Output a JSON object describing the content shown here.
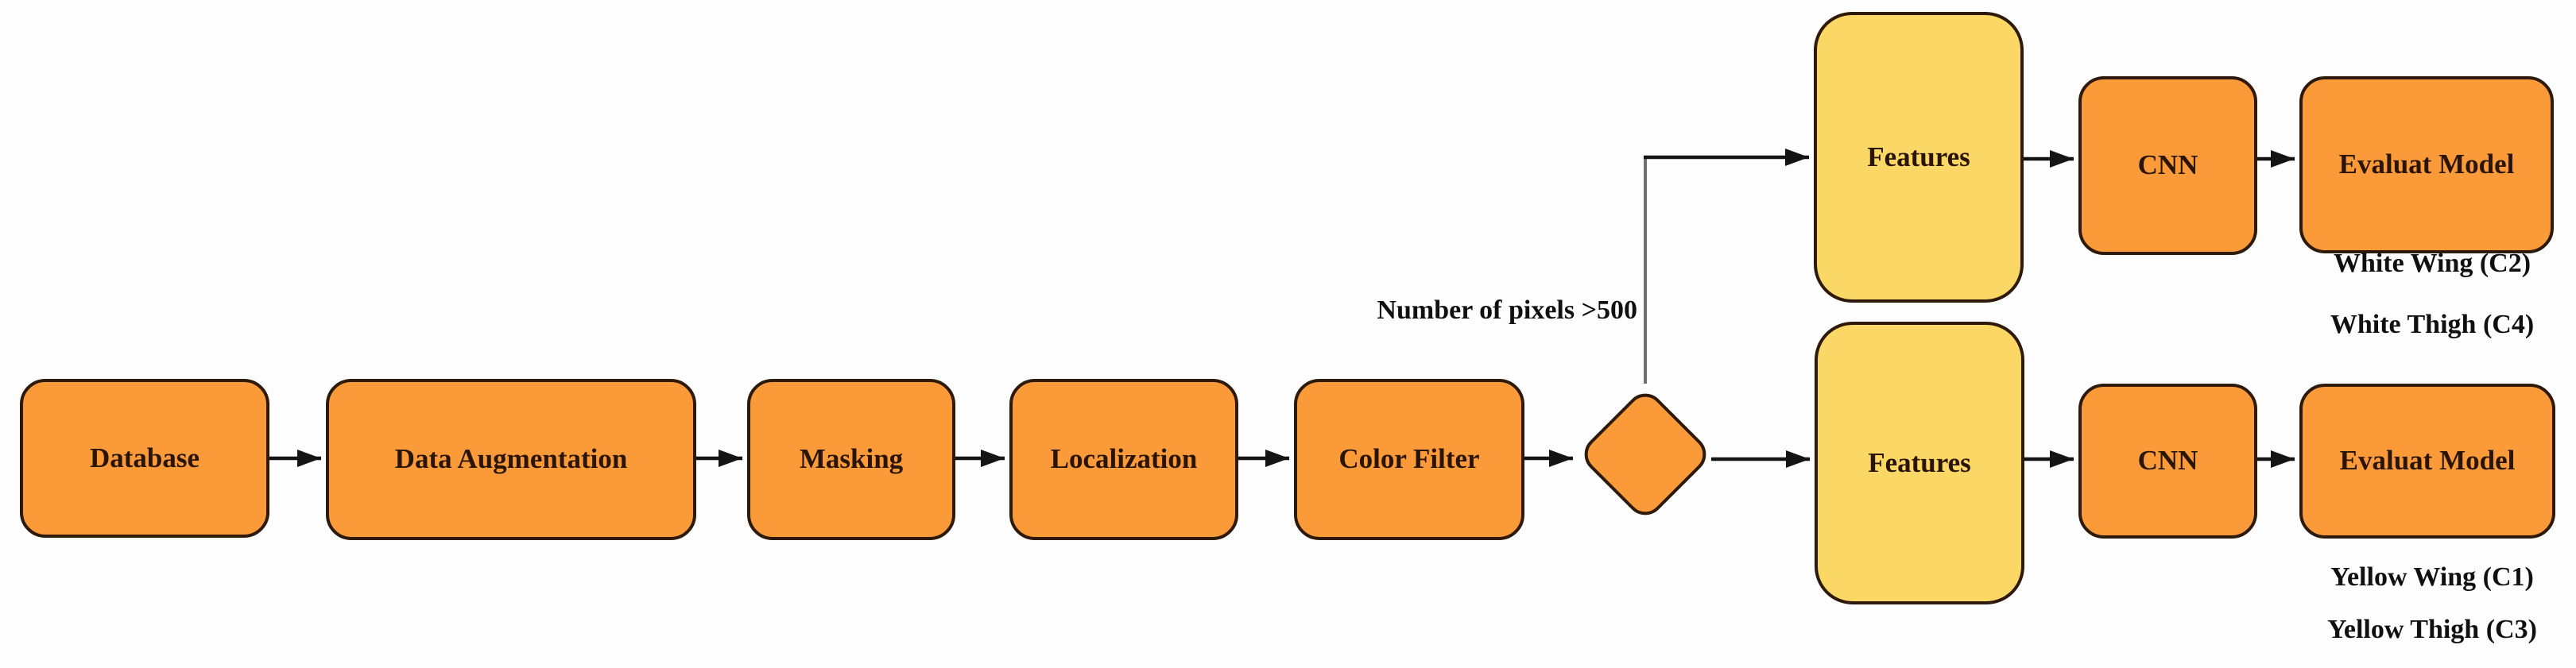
{
  "diagram": {
    "title": "Poultry part classification pipeline flowchart",
    "colors": {
      "process_fill": "#FB9A39",
      "features_fill": "#FBD765",
      "border_color": "#2E1A0A",
      "box_text": "#2A1505",
      "label_text": "#101010",
      "arrow_color": "#141414",
      "connector_gray": "#6F6F6F",
      "background": "#FDFDFD"
    },
    "nodes": {
      "database": {
        "label": "Database"
      },
      "data_augmentation": {
        "label": "Data Augmentation"
      },
      "masking": {
        "label": "Masking"
      },
      "localization": {
        "label": "Localization"
      },
      "color_filter": {
        "label": "Color Filter"
      },
      "features_top": {
        "label": "Features"
      },
      "cnn_top": {
        "label": "CNN"
      },
      "evaluate_top": {
        "label": "Evaluat Model"
      },
      "features_bottom": {
        "label": "Features"
      },
      "cnn_bottom": {
        "label": "CNN"
      },
      "evaluate_bottom": {
        "label": "Evaluat Model"
      }
    },
    "annotations": {
      "pixel_condition": "Number of pixels >500",
      "top_outputs": [
        "White Wing (C2)",
        "White Thigh (C4)"
      ],
      "bottom_outputs": [
        "Yellow Wing (C1)",
        "Yellow Thigh (C3)"
      ]
    }
  }
}
